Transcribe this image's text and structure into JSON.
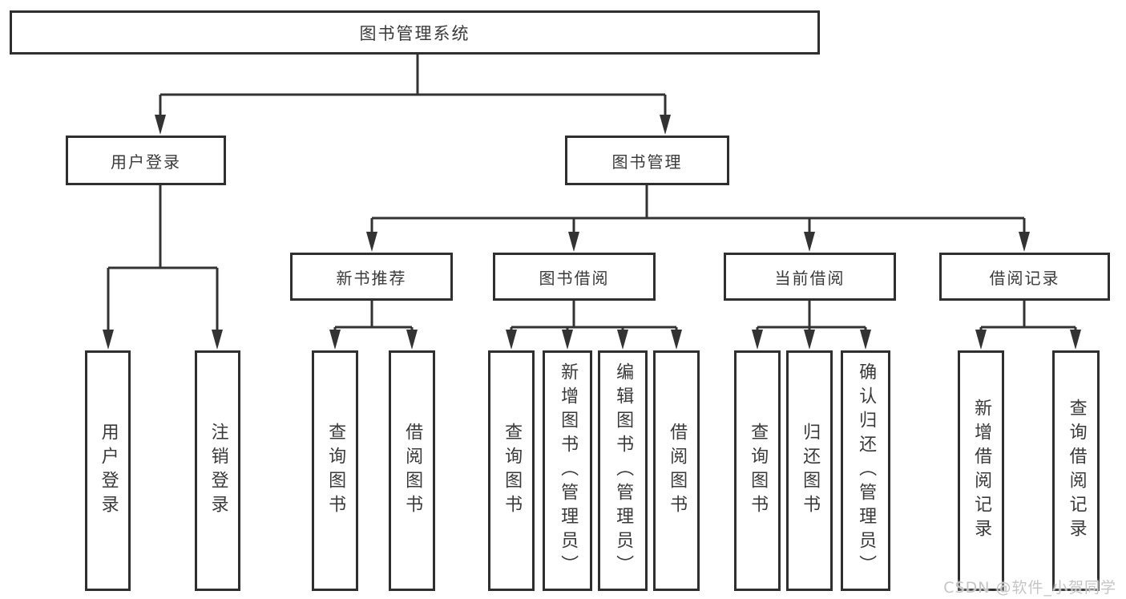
{
  "diagram": {
    "root": "图书管理系统",
    "branches": [
      {
        "label": "用户登录",
        "children": [
          "用户登录",
          "注销登录"
        ]
      },
      {
        "label": "图书管理",
        "children": [
          {
            "label": "新书推荐",
            "children": [
              "查询图书",
              "借阅图书"
            ]
          },
          {
            "label": "图书借阅",
            "children": [
              "查询图书",
              "新增图书（管理员）",
              "编辑图书（管理员）",
              "借阅图书"
            ]
          },
          {
            "label": "当前借阅",
            "children": [
              "查询图书",
              "归还图书",
              "确认归还（管理员）"
            ]
          },
          {
            "label": "借阅记录",
            "children": [
              "新增借阅记录",
              "查询借阅记录"
            ]
          }
        ]
      }
    ]
  },
  "watermark": {
    "text": "CSDN @软件_小贺同学"
  },
  "colors": {
    "line": "#333333",
    "box_border": "#2f2f2f",
    "text": "#3a3a3a",
    "watermark": "#c5c5c5",
    "background": "#ffffff"
  }
}
